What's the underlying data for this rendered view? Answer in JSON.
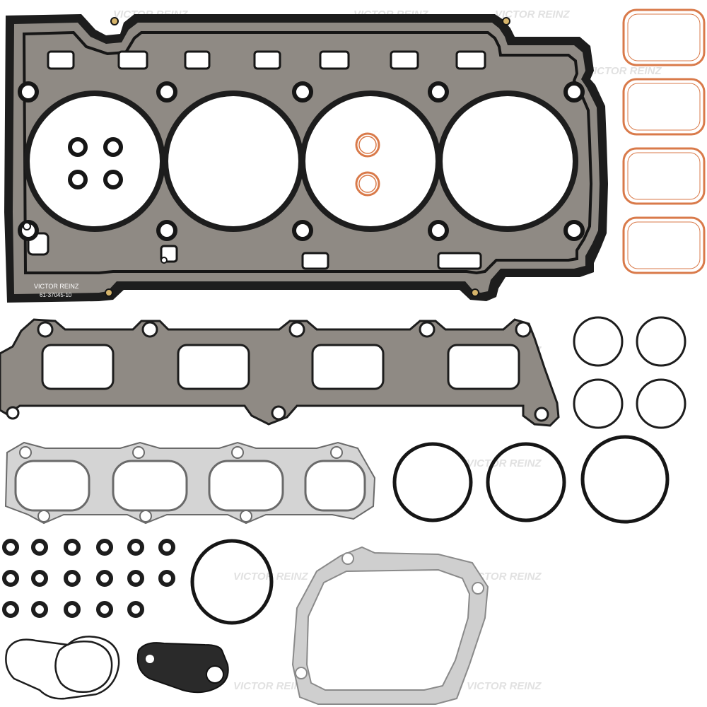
{
  "watermark": {
    "text": "VICTOR REINZ"
  },
  "head_gasket": {
    "brand_label": "VICTOR REINZ",
    "part_number": "61-37045-10"
  },
  "colors": {
    "steel_gray": "#8f8a84",
    "steel_light": "#d2d2d2",
    "black_seal": "#1a1a1a",
    "copper": "#d97a4a",
    "copper_light": "#e49a6c"
  }
}
